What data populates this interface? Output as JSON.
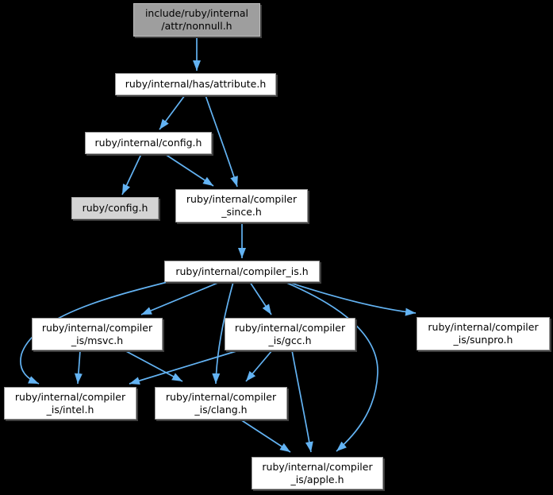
{
  "diagram_type": "include-dependency-graph",
  "colors": {
    "background": "#000000",
    "edge": "#63b3f3",
    "node_fill": "#ffffff",
    "node_border": "#9c9c9c",
    "node_text": "#000000",
    "root_fill": "#9e9e9e",
    "external_fill": "#d4d4d4"
  },
  "nodes": [
    {
      "id": "nonnull",
      "label": "include/ruby/internal\n/attr/nonnull.h",
      "type": "root"
    },
    {
      "id": "attribute",
      "label": "ruby/internal/has/attribute.h",
      "type": "default"
    },
    {
      "id": "config",
      "label": "ruby/internal/config.h",
      "type": "default"
    },
    {
      "id": "ruby-config",
      "label": "ruby/config.h",
      "type": "external"
    },
    {
      "id": "compiler-since",
      "label": "ruby/internal/compiler\n_since.h",
      "type": "default"
    },
    {
      "id": "compiler-is",
      "label": "ruby/internal/compiler_is.h",
      "type": "default"
    },
    {
      "id": "msvc",
      "label": "ruby/internal/compiler\n_is/msvc.h",
      "type": "default"
    },
    {
      "id": "gcc",
      "label": "ruby/internal/compiler\n_is/gcc.h",
      "type": "default"
    },
    {
      "id": "sunpro",
      "label": "ruby/internal/compiler\n_is/sunpro.h",
      "type": "default"
    },
    {
      "id": "intel",
      "label": "ruby/internal/compiler\n_is/intel.h",
      "type": "default"
    },
    {
      "id": "clang",
      "label": "ruby/internal/compiler\n_is/clang.h",
      "type": "default"
    },
    {
      "id": "apple",
      "label": "ruby/internal/compiler\n_is/apple.h",
      "type": "default"
    }
  ],
  "edges": [
    {
      "from": "nonnull",
      "to": "attribute"
    },
    {
      "from": "attribute",
      "to": "config"
    },
    {
      "from": "attribute",
      "to": "compiler-since"
    },
    {
      "from": "config",
      "to": "ruby-config"
    },
    {
      "from": "config",
      "to": "compiler-since"
    },
    {
      "from": "compiler-since",
      "to": "compiler-is"
    },
    {
      "from": "compiler-is",
      "to": "msvc"
    },
    {
      "from": "compiler-is",
      "to": "gcc"
    },
    {
      "from": "compiler-is",
      "to": "sunpro"
    },
    {
      "from": "compiler-is",
      "to": "intel"
    },
    {
      "from": "compiler-is",
      "to": "clang"
    },
    {
      "from": "compiler-is",
      "to": "apple"
    },
    {
      "from": "msvc",
      "to": "intel"
    },
    {
      "from": "msvc",
      "to": "clang"
    },
    {
      "from": "gcc",
      "to": "intel"
    },
    {
      "from": "gcc",
      "to": "clang"
    },
    {
      "from": "gcc",
      "to": "apple"
    },
    {
      "from": "clang",
      "to": "apple"
    }
  ]
}
